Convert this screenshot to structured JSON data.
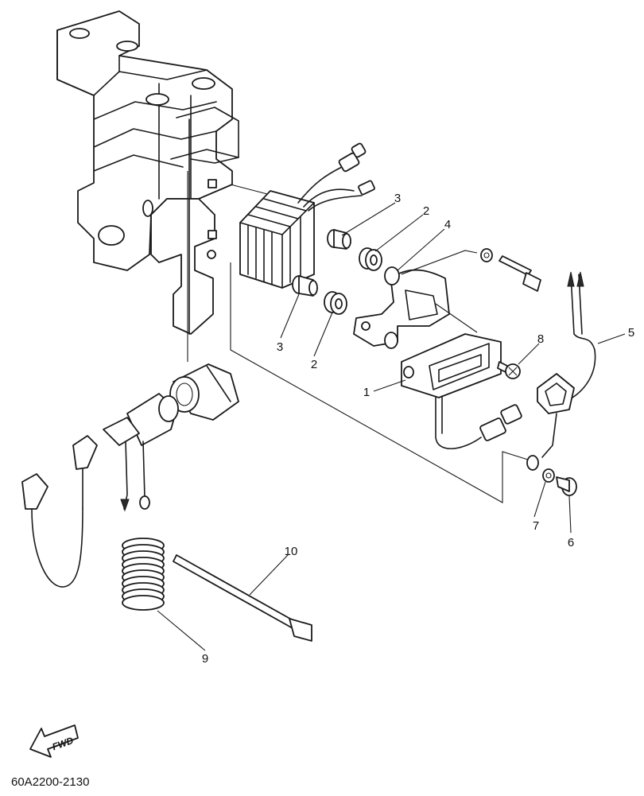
{
  "callouts": {
    "c1": "1",
    "c2a": "2",
    "c2b": "2",
    "c3a": "3",
    "c3b": "3",
    "c4": "4",
    "c5": "5",
    "c6": "6",
    "c7": "7",
    "c8": "8",
    "c9": "9",
    "c10": "10"
  },
  "fwd_label": "FWD",
  "diagram_code": "60A2200-2130"
}
